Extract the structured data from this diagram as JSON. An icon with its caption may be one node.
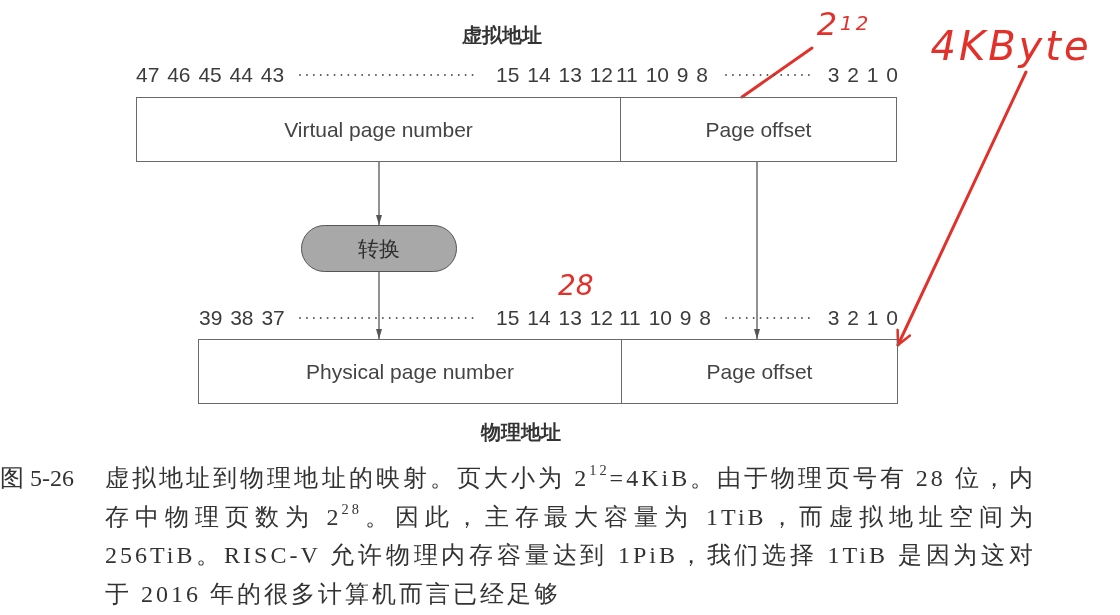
{
  "diagram": {
    "caption": "虚拟地址到物理地址的映射。页大小为 2$^{12}$=4KiB。由于物理页号有 28 位，内存中物理页数为 2$^{28}$。因此，主存最大容量为 1TiB，而虚拟地址空间为 256TiB。RISC-V 允许物理内存容量达到 1PiB，我们选择 1TiB 是因为这对于 2016 年的很多计算机而言已经足够",
    "nodes": [
      {
        "text": [
          "Virtual page number"
        ]
      },
      {
        "text": [
          "Page offset"
        ]
      },
      {
        "text": [
          "转换"
        ]
      },
      {
        "text": [
          "Physical page number"
        ]
      },
      {
        "text": [
          "Page offset"
        ]
      },
      {
        "text": [
          "2$^{12}$"
        ]
      },
      {
        "text": [
          "4KByte"
        ]
      }
    ],
    "edges": [
      {
        "from": 0,
        "to": 2,
        "arrow": "to"
      },
      {
        "from": 2,
        "to": 3,
        "arrow": "to"
      },
      {
        "from": 1,
        "to": 4,
        "arrow": "to"
      },
      {
        "from": 5,
        "to": 1,
        "arrow": "none",
        "style": "thick",
        "color": "#e2302b"
      },
      {
        "from": 6,
        "to": 4,
        "arrow": "to",
        "style": "thick",
        "color": "#e2302b"
      }
    ],
    "labels": [
      "虚拟地址",
      "47 46 45 44 43",
      "15 14 13 12",
      "11 10 9 8",
      "3 2 1 0",
      "28",
      "39 38 37",
      "15 14 13 12",
      "11 10 9 8",
      "3 2 1 0",
      "物理地址",
      "图 5-26"
    ]
  }
}
